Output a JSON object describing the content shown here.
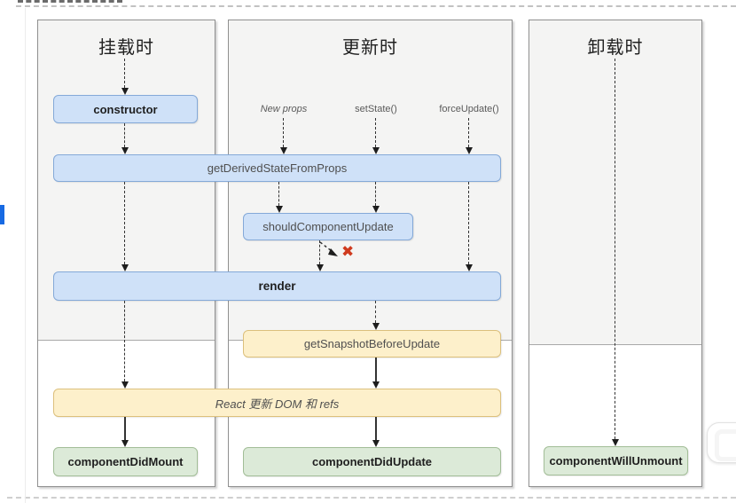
{
  "page": {
    "accent_bar_color": "#176ae3"
  },
  "diagram": {
    "columns": [
      {
        "title": "挂载时"
      },
      {
        "title": "更新时"
      },
      {
        "title": "卸载时"
      }
    ],
    "triggers": {
      "new_props": "New props",
      "set_state": "setState()",
      "force_update": "forceUpdate()"
    },
    "nodes": {
      "constructor": "constructor",
      "get_derived_state_from_props": "getDerivedStateFromProps",
      "should_component_update": "shouldComponentUpdate",
      "render": "render",
      "get_snapshot_before_update": "getSnapshotBeforeUpdate",
      "react_updates_dom": "React 更新 DOM 和 refs",
      "component_did_mount": "componentDidMount",
      "component_did_update": "componentDidUpdate",
      "component_will_unmount": "componentWillUnmount"
    },
    "cancel_mark": "✖",
    "colors": {
      "blue_fill": "#cfe1f8",
      "blue_border": "#84a9d8",
      "yellow_fill": "#fdf0cb",
      "yellow_border": "#dcc07c",
      "green_fill": "#dcead8",
      "green_border": "#a2bd97",
      "cancel_red": "#cf3a1e"
    }
  }
}
